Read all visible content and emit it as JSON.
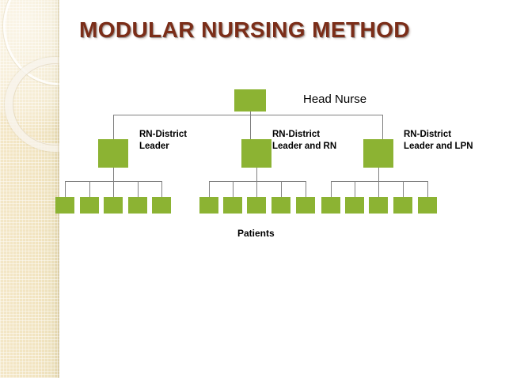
{
  "slide": {
    "title": "MODULAR NURSING METHOD",
    "title_color": "#7B2D18",
    "background_color": "#FFFFFF",
    "accent_color": "#8CB333",
    "connector_color": "#808080",
    "band_color": "#F2E4C0"
  },
  "chart_data": {
    "type": "diagram",
    "diagram_kind": "organizational-hierarchy",
    "title": "MODULAR NURSING METHOD",
    "levels": [
      {
        "level": 1,
        "nodes": [
          {
            "id": "head-nurse",
            "label": "Head Nurse",
            "bold": false,
            "shape": "rectangle",
            "color": "#8CB333"
          }
        ]
      },
      {
        "level": 2,
        "nodes": [
          {
            "id": "rn-district-leader",
            "label": "RN-District\nLeader",
            "bold": true,
            "shape": "rectangle",
            "color": "#8CB333"
          },
          {
            "id": "rn-district-leader-and-rn",
            "label": "RN-District\nLeader and RN",
            "bold": true,
            "shape": "rectangle",
            "color": "#8CB333"
          },
          {
            "id": "rn-district-leader-and-lpn",
            "label": "RN-District\nLeader and LPN",
            "bold": true,
            "shape": "rectangle",
            "color": "#8CB333"
          }
        ]
      },
      {
        "level": 3,
        "group_label": "Patients",
        "groups": [
          {
            "parent": "rn-district-leader",
            "count": 5
          },
          {
            "parent": "rn-district-leader-and-rn",
            "count": 5
          },
          {
            "parent": "rn-district-leader-and-lpn",
            "count": 5
          }
        ],
        "total_nodes": 15
      }
    ],
    "edges": [
      {
        "from": "head-nurse",
        "to": "rn-district-leader"
      },
      {
        "from": "head-nurse",
        "to": "rn-district-leader-and-rn"
      },
      {
        "from": "head-nurse",
        "to": "rn-district-leader-and-lpn"
      },
      {
        "from": "rn-district-leader",
        "to": "patients-group-1"
      },
      {
        "from": "rn-district-leader-and-rn",
        "to": "patients-group-2"
      },
      {
        "from": "rn-district-leader-and-lpn",
        "to": "patients-group-3"
      }
    ]
  },
  "labels": {
    "head_nurse": "Head Nurse",
    "leader_1": "RN-District\nLeader",
    "leader_2": "RN-District\nLeader and RN",
    "leader_3": "RN-District\nLeader and LPN",
    "patients": "Patients"
  }
}
